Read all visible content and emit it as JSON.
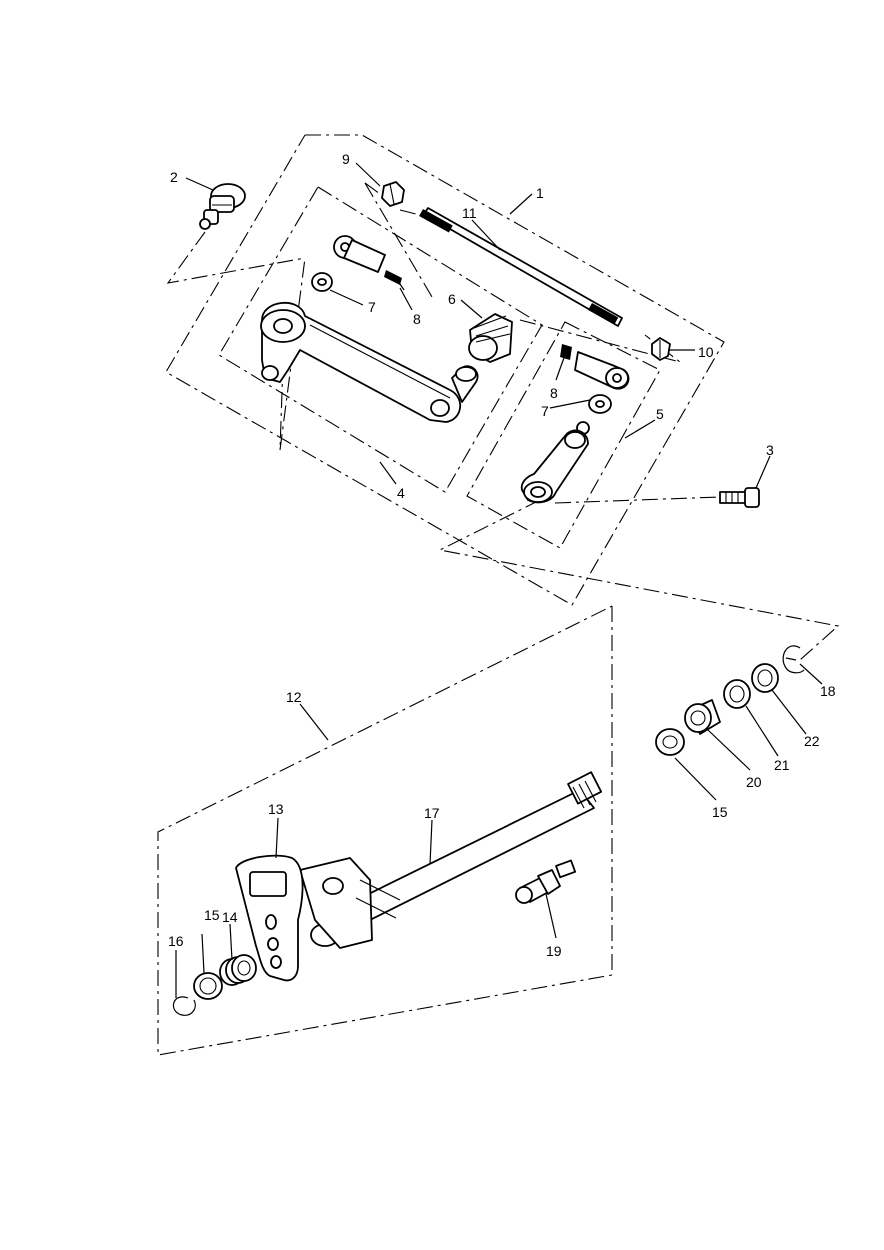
{
  "diagram": {
    "callouts": {
      "c1": "1",
      "c2": "2",
      "c3": "3",
      "c4": "4",
      "c5": "5",
      "c6": "6",
      "c7a": "7",
      "c7b": "7",
      "c8a": "8",
      "c8b": "8",
      "c9": "9",
      "c10": "10",
      "c11": "11",
      "c12": "12",
      "c13": "13",
      "c14": "14",
      "c15a": "15",
      "c15b": "15",
      "c16": "16",
      "c17": "17",
      "c18": "18",
      "c19": "19",
      "c20": "20",
      "c21": "21",
      "c22": "22"
    }
  }
}
